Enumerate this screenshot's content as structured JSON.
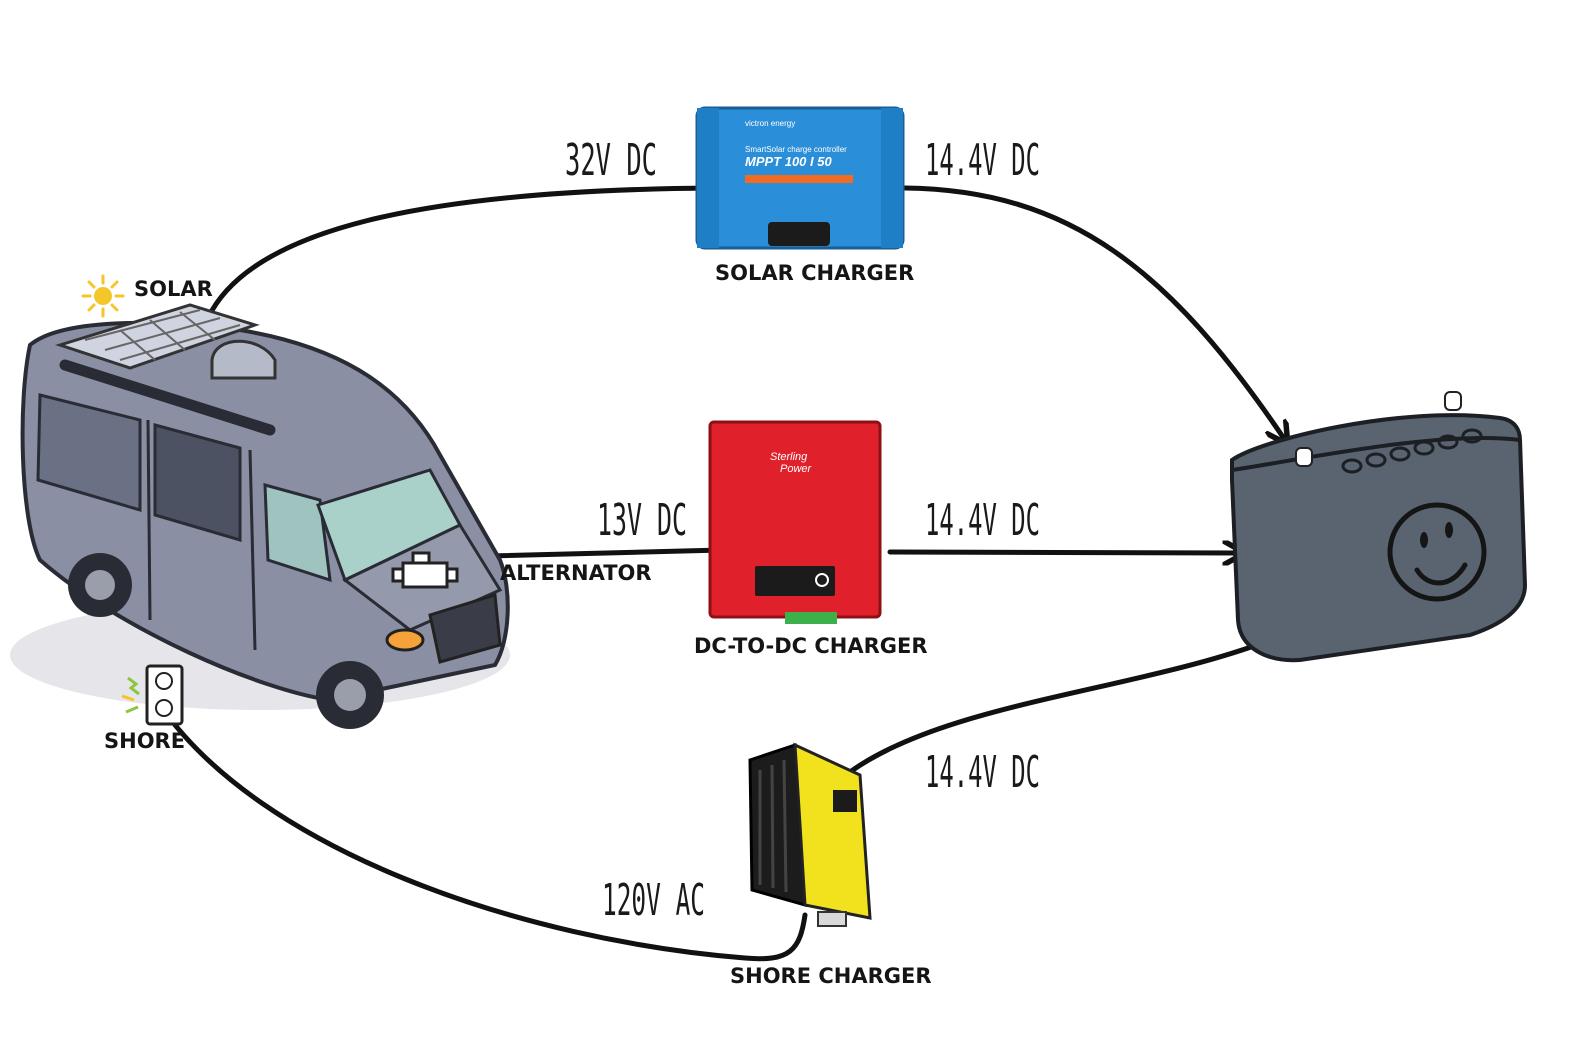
{
  "sources": {
    "solar": "SOLAR",
    "alternator": "ALTERNATOR",
    "shore": "SHORE"
  },
  "chargers": {
    "solar": {
      "label": "SOLAR CHARGER",
      "device_text": "MPPT 100 I 50",
      "color": "#2a8fd8"
    },
    "dc_to_dc": {
      "label": "DC-TO-DC CHARGER",
      "color": "#e0202a"
    },
    "shore": {
      "label": "SHORE CHARGER",
      "color": "#f2e21e"
    }
  },
  "voltages": {
    "solar_in": "32V DC",
    "solar_out": "14.4V DC",
    "alternator_in": "13V DC",
    "dc_to_dc_out": "14.4V DC",
    "shore_in": "120V AC",
    "shore_out": "14.4V DC"
  },
  "battery": {
    "color": "#5a6470",
    "icon": "smiley-face"
  },
  "van": {
    "color": "#8a8fa3"
  }
}
